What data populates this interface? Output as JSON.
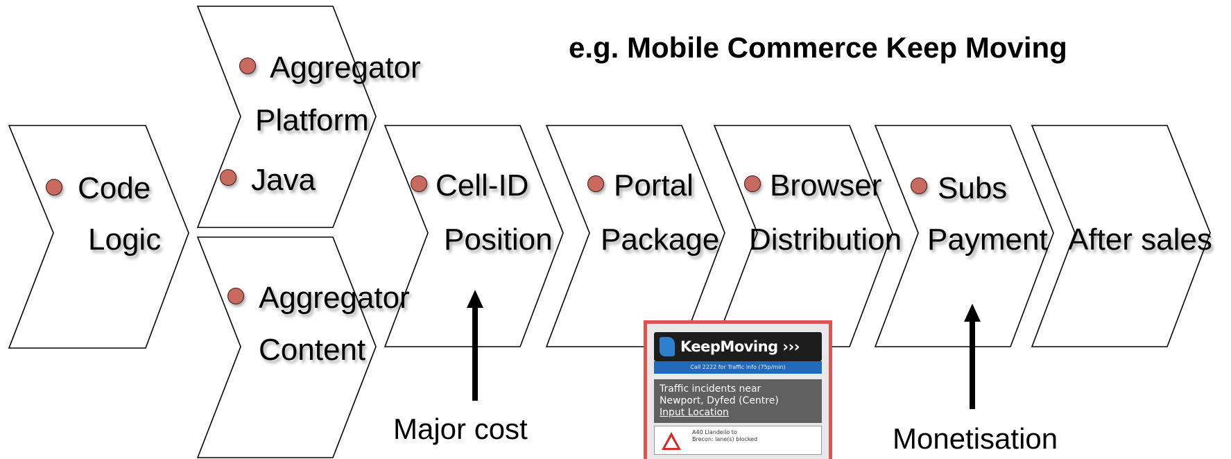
{
  "title": "e.g. Mobile Commerce Keep Moving",
  "stages": [
    {
      "bullet": "Code",
      "label": "Logic"
    },
    {
      "bullet": "Cell-ID",
      "label": "Position"
    },
    {
      "bullet": "Portal",
      "label": "Package"
    },
    {
      "bullet": "Browser",
      "label": "Distribution"
    },
    {
      "bullet": "Subs",
      "label": "Payment"
    },
    {
      "bullet": "",
      "label": "After sales"
    }
  ],
  "upper_stage": {
    "bullet_1": "Aggregator",
    "line_2": "Platform",
    "bullet_2": "Java"
  },
  "lower_stage": {
    "bullet_1": "Aggregator",
    "line_2": "Content"
  },
  "annotations": {
    "major_cost": "Major cost",
    "monetisation": "Monetisation"
  },
  "phone": {
    "brand": "KeepMoving ›››",
    "call": "Call 2222 for Traffic info (75p/min)",
    "panel_line1": "Traffic incidents near",
    "panel_line2": "Newport, Dyfed (Centre)",
    "panel_link": "Input Location",
    "item_line1": "A40 Llandeilo to",
    "item_line2": "Brecon: lane(s) blocked"
  },
  "colors": {
    "bullet": "#c86a5f",
    "stroke": "#000000",
    "phone_border": "#d9574f"
  }
}
